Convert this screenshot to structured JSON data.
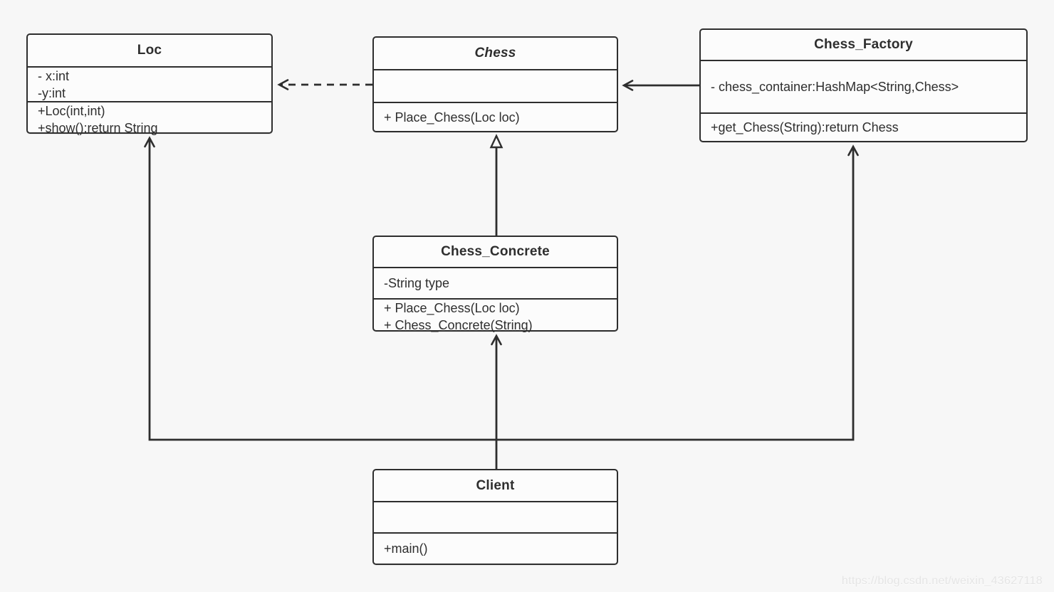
{
  "diagram": {
    "type": "uml-class-diagram",
    "colors": {
      "background": "#f7f7f7",
      "box_fill": "#fcfcfc",
      "line": "#2e2e2e"
    },
    "classes": {
      "loc": {
        "name": "Loc",
        "abstract": false,
        "attributes": [
          "- x:int",
          "-y:int"
        ],
        "methods": [
          "+Loc(int,int)",
          "+show():return String"
        ]
      },
      "chess": {
        "name": "Chess",
        "abstract": true,
        "attributes": [],
        "methods": [
          "+ Place_Chess(Loc loc)"
        ]
      },
      "chess_factory": {
        "name": "Chess_Factory",
        "abstract": false,
        "attributes": [
          "- chess_container:HashMap<String,Chess>"
        ],
        "methods": [
          "+get_Chess(String):return Chess"
        ]
      },
      "chess_concrete": {
        "name": "Chess_Concrete",
        "abstract": false,
        "attributes": [
          "-String type"
        ],
        "methods": [
          "+ Place_Chess(Loc loc)",
          "+ Chess_Concrete(String)"
        ]
      },
      "client": {
        "name": "Client",
        "abstract": false,
        "attributes": [],
        "methods": [
          "+main()"
        ]
      }
    },
    "relations": [
      {
        "from": "Chess",
        "to": "Loc",
        "type": "dependency",
        "line": "dashed",
        "head": "open-arrow"
      },
      {
        "from": "Chess_Factory",
        "to": "Chess",
        "type": "association",
        "line": "solid",
        "head": "open-arrow"
      },
      {
        "from": "Chess_Concrete",
        "to": "Chess",
        "type": "generalization",
        "line": "solid",
        "head": "hollow-triangle"
      },
      {
        "from": "Client",
        "to": "Chess_Concrete",
        "type": "association",
        "line": "solid",
        "head": "open-arrow"
      },
      {
        "from": "Client",
        "to": "Loc",
        "type": "association",
        "line": "solid",
        "head": "open-arrow"
      },
      {
        "from": "Client",
        "to": "Chess_Factory",
        "type": "association",
        "line": "solid",
        "head": "open-arrow"
      }
    ]
  },
  "watermark": {
    "text": "https://blog.csdn.net/weixin_43627118"
  }
}
